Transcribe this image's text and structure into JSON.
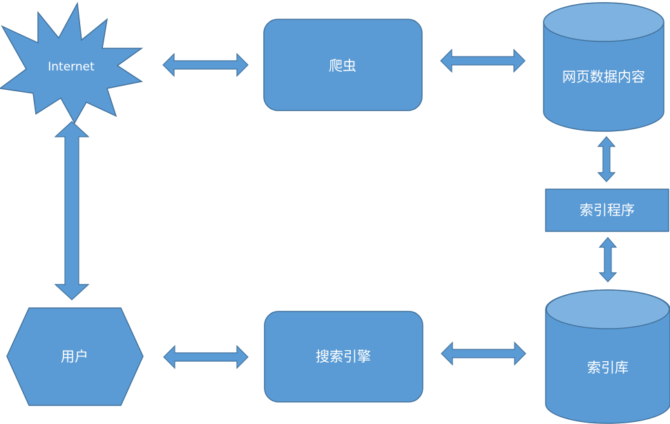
{
  "nodes": {
    "internet": "Internet",
    "crawler": "爬虫",
    "web_content": "网页数据内容",
    "indexer": "索引程序",
    "index_db": "索引库",
    "search_engine": "搜索引擎",
    "user": "用户"
  },
  "colors": {
    "fill": "#5b9bd5",
    "stroke": "#41719c",
    "text": "#ffffff"
  }
}
